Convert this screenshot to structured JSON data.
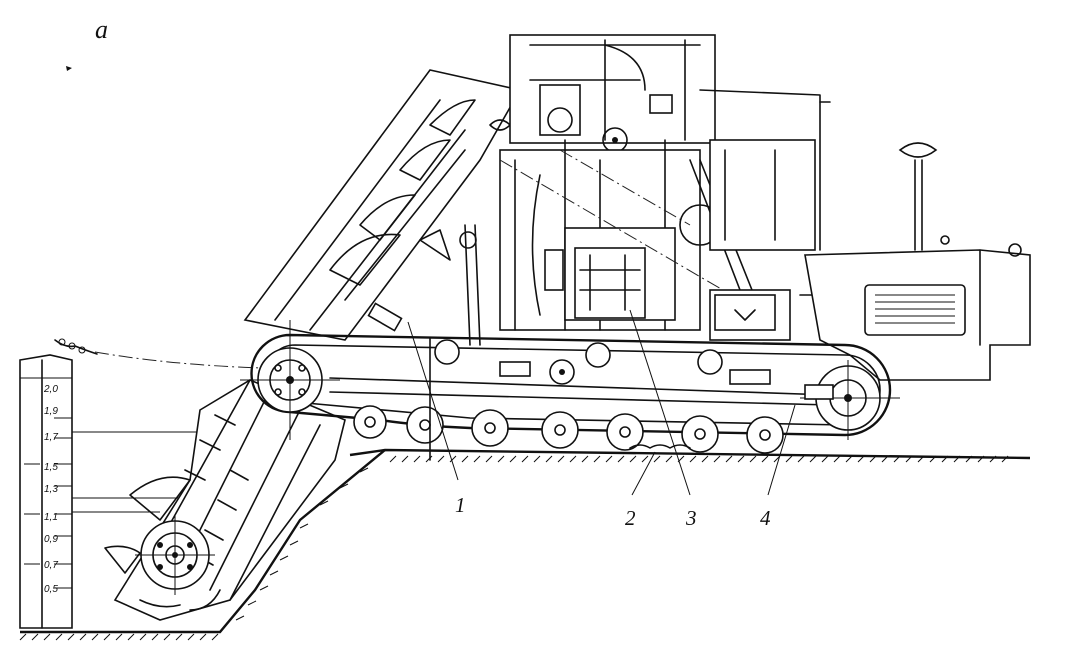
{
  "panel_label": "a",
  "callouts": [
    {
      "label": "1"
    },
    {
      "label": "2"
    },
    {
      "label": "3"
    },
    {
      "label": "4"
    }
  ],
  "depth_scale": {
    "header": "2,0",
    "marks": [
      "1,9",
      "1,7",
      "1,5",
      "1,3",
      "1,1",
      "0,9",
      "0,7",
      "0,5"
    ]
  }
}
